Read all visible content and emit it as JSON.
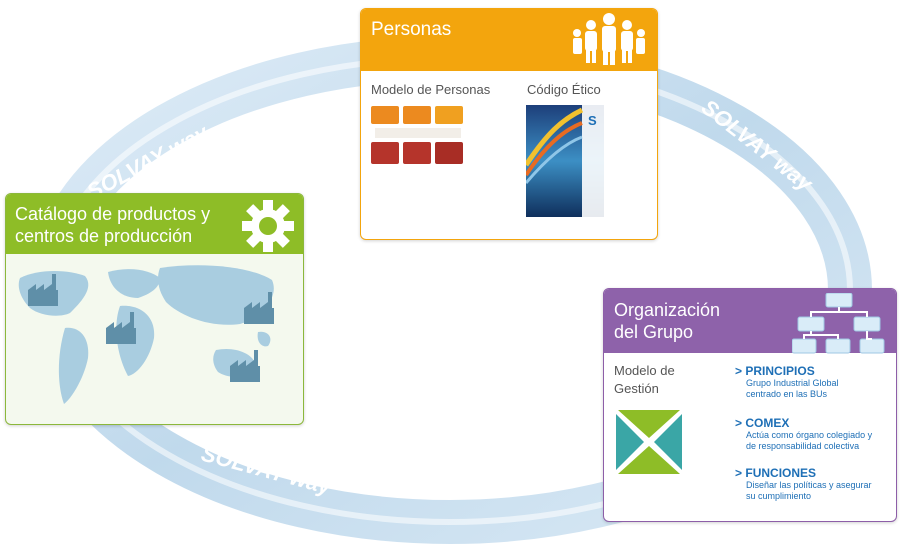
{
  "ring": {
    "brand_texts": [
      "SOLVAY way",
      "SOLVAY way",
      "SOLVAY way"
    ]
  },
  "personas": {
    "title": "Personas",
    "label_model": "Modelo de Personas",
    "label_ethics": "Código Ético",
    "icon": "people-icon",
    "color": "#f3a50d"
  },
  "catalogo": {
    "title_line1": "Catálogo de productos y",
    "title_line2": "centros de producción",
    "icon": "gear-icon",
    "color": "#8ebd27"
  },
  "organizacion": {
    "title_line1": "Organización",
    "title_line2": "del Grupo",
    "icon": "org-chart-icon",
    "color": "#8e62aa",
    "label_model_line1": "Modelo de",
    "label_model_line2": "Gestión",
    "items": [
      {
        "marker": ">",
        "title": "PRINCIPIOS",
        "desc_line1": "Grupo Industrial Global",
        "desc_line2": "centrado en las BUs"
      },
      {
        "marker": ">",
        "title": "COMEX",
        "desc_line1": "Actúa como órgano colegiado y",
        "desc_line2": "de responsabilidad colectiva"
      },
      {
        "marker": ">",
        "title": "FUNCIONES",
        "desc_line1": "Diseñar las políticas y asegurar",
        "desc_line2": "su cumplimiento"
      }
    ]
  }
}
